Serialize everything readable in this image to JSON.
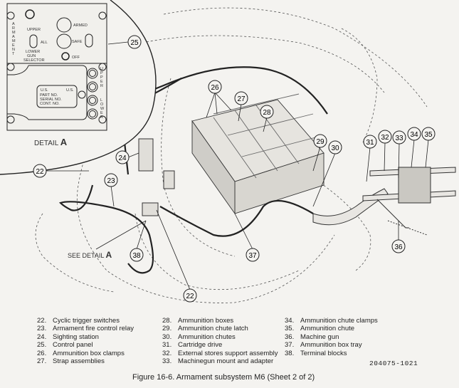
{
  "detail": {
    "title": "DETAIL",
    "letter": "A",
    "panel": {
      "armament": "ARMAMENT",
      "upper": "UPPER",
      "all": "ALL",
      "lower_gun_selector": [
        "LOWER",
        "GUN",
        "SELECTOR"
      ],
      "armed": "ARMED",
      "safe": "SAFE",
      "off": "OFF",
      "plate_us_left": "U.S.",
      "plate_us_right": "U.S.",
      "plate_lines": [
        "PART NO.",
        "SERIAL NO.",
        "CONT. NO."
      ],
      "upper_vertical": "UPPER",
      "lower_vertical": "LOWER"
    }
  },
  "see_detail": {
    "text": "SEE DETAIL",
    "letter": "A"
  },
  "callouts": {
    "c25": "25",
    "c26": "26",
    "c27": "27",
    "c28": "28",
    "c29": "29",
    "c30": "30",
    "c31": "31",
    "c32": "32",
    "c33": "33",
    "c34": "34",
    "c35": "35",
    "c36": "36",
    "c37": "37",
    "c38": "38",
    "c22a": "22",
    "c22b": "22",
    "c23": "23",
    "c24": "24"
  },
  "legend": {
    "col1": [
      {
        "num": "22.",
        "label": "Cyclic trigger switches"
      },
      {
        "num": "23.",
        "label": "Armament fire control relay"
      },
      {
        "num": "24.",
        "label": "Sighting station"
      },
      {
        "num": "25.",
        "label": "Control panel"
      },
      {
        "num": "26.",
        "label": "Ammunition box clamps"
      },
      {
        "num": "27.",
        "label": "Strap assemblies"
      }
    ],
    "col2": [
      {
        "num": "28.",
        "label": "Ammunition boxes"
      },
      {
        "num": "29.",
        "label": "Ammunition chute latch"
      },
      {
        "num": "30.",
        "label": "Ammunition chutes"
      },
      {
        "num": "31.",
        "label": "Cartridge drive"
      },
      {
        "num": "32.",
        "label": "External stores support assembly"
      },
      {
        "num": "33.",
        "label": "Machinegun mount and adapter"
      }
    ],
    "col3": [
      {
        "num": "34.",
        "label": "Ammunition chute clamps"
      },
      {
        "num": "35.",
        "label": "Ammunition chute"
      },
      {
        "num": "36.",
        "label": "Machine gun"
      },
      {
        "num": "37.",
        "label": "Ammunition box tray"
      },
      {
        "num": "38.",
        "label": "Terminal blocks"
      }
    ]
  },
  "drawing_code": "204075-1021",
  "caption": "Figure 16-6.   Armament subsystem M6 (Sheet 2 of 2)"
}
